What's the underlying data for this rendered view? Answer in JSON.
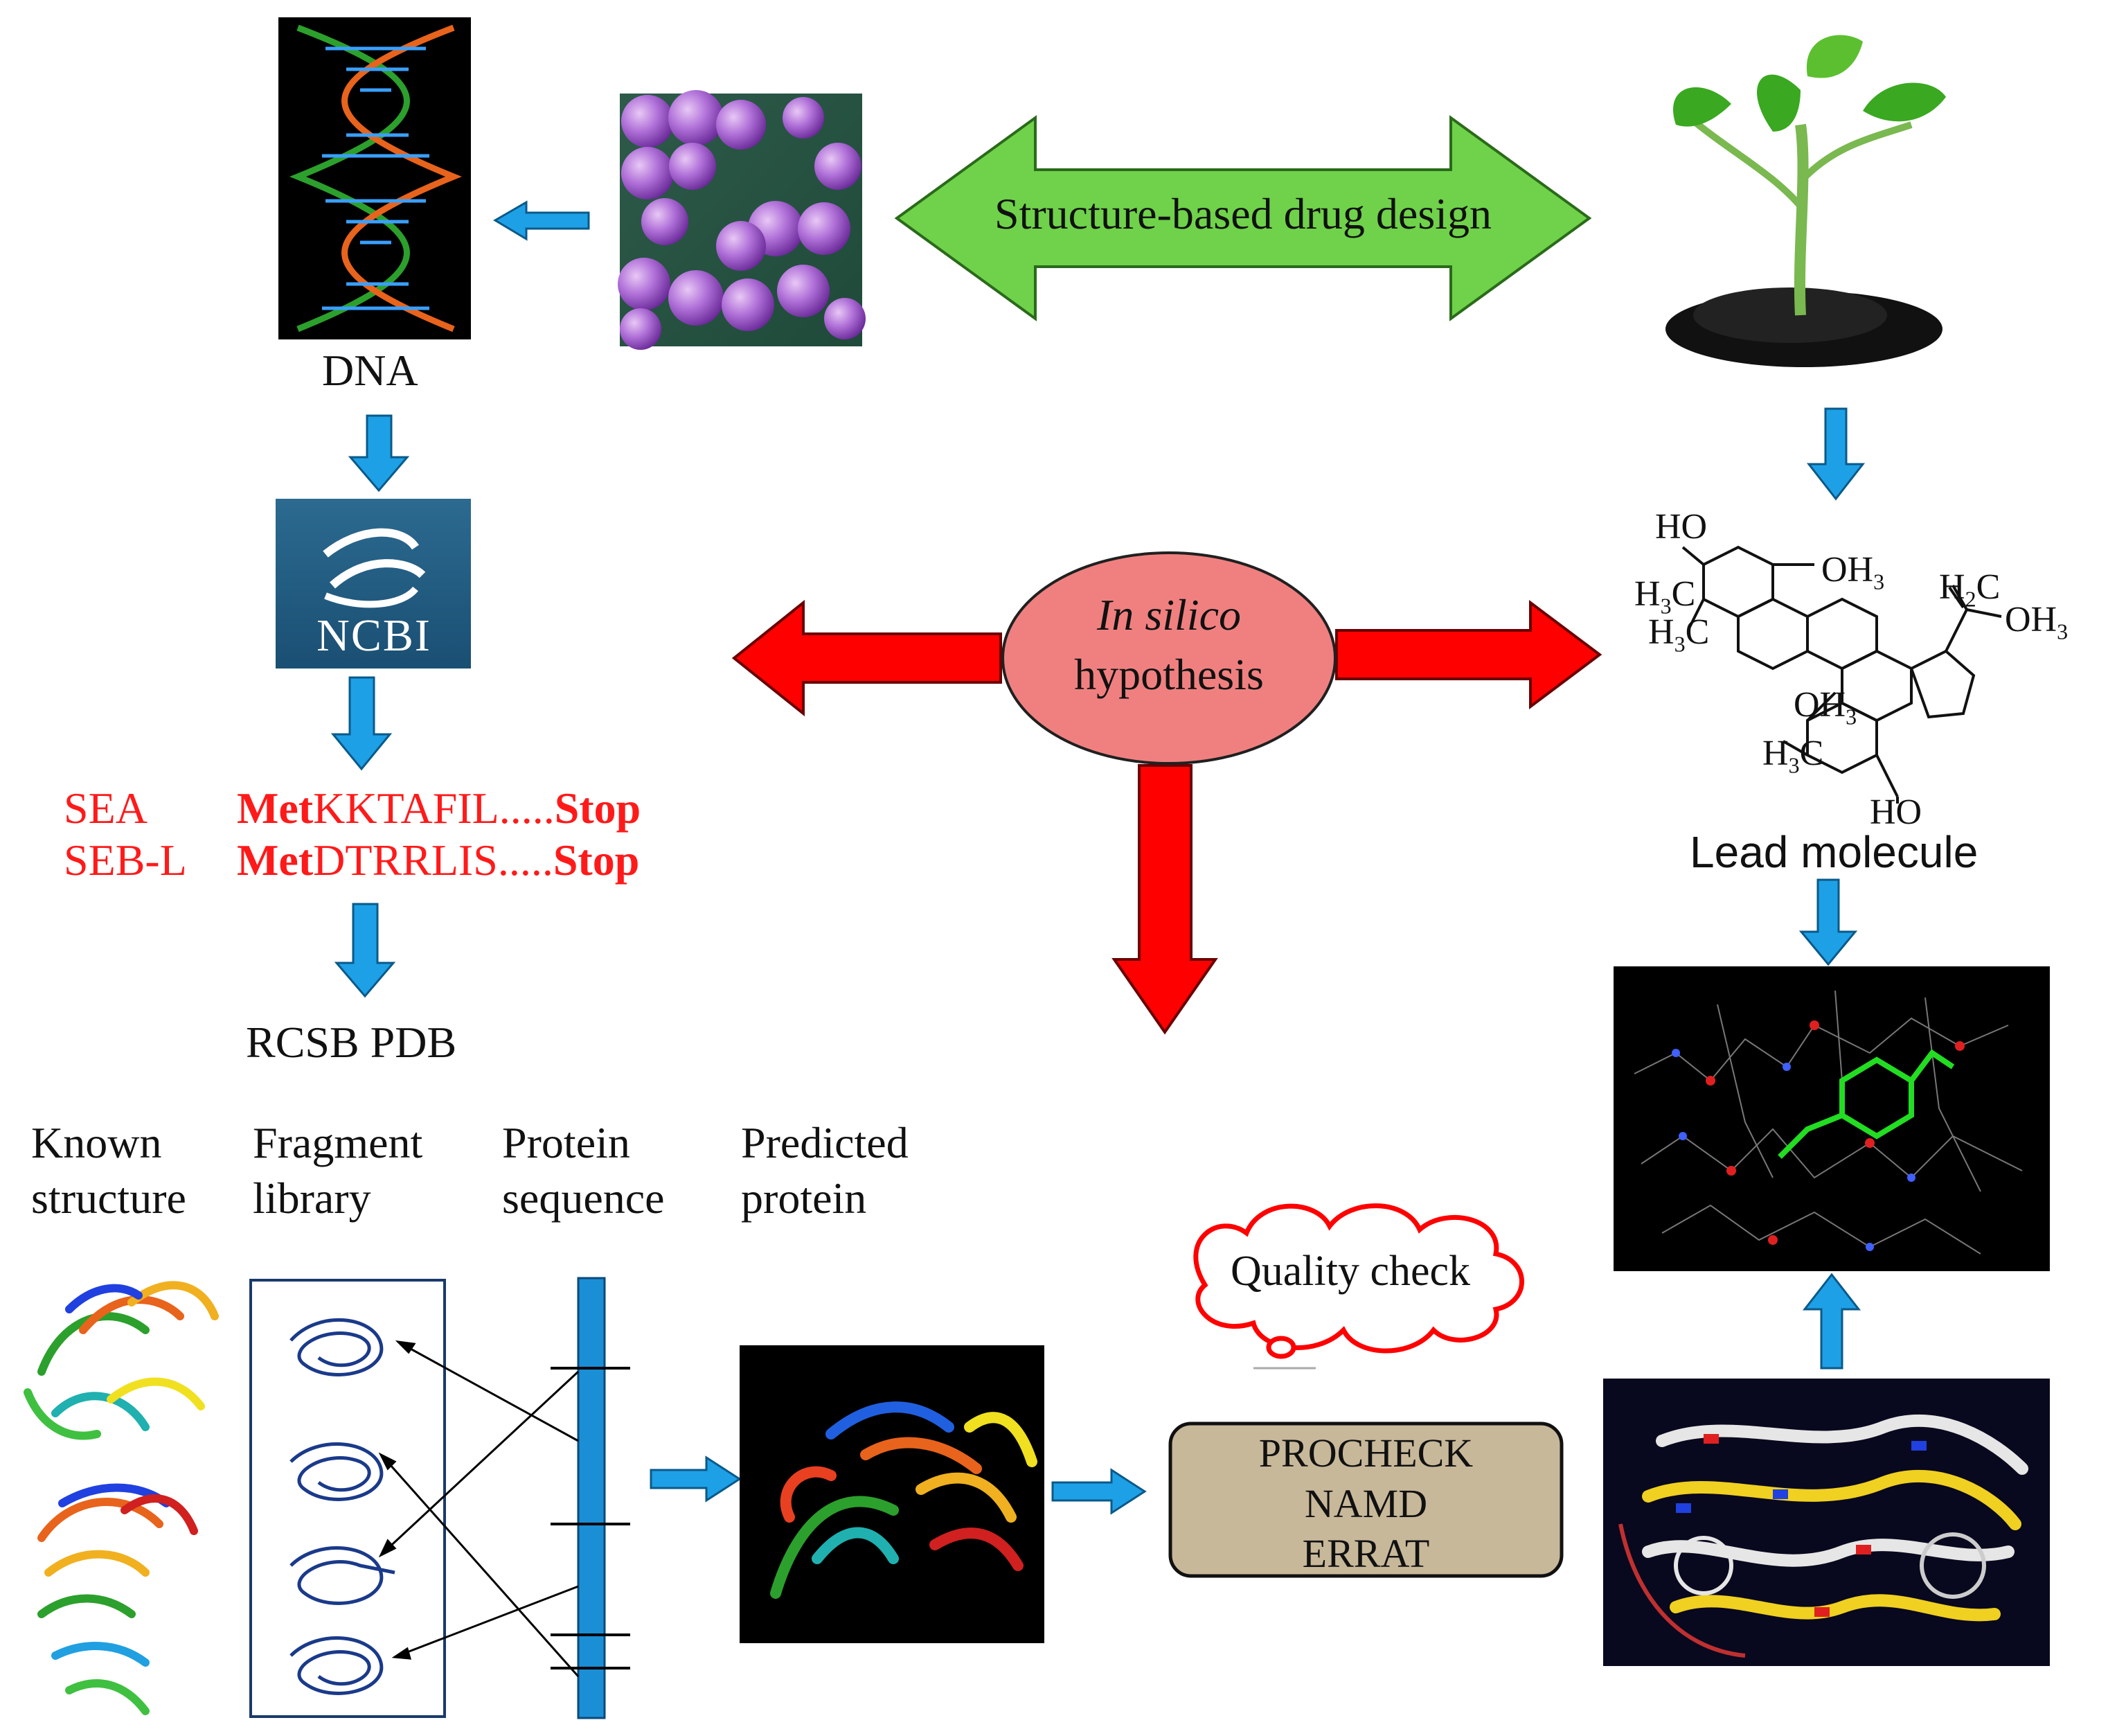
{
  "title_arrow": "Structure-based drug design",
  "dna_label": "DNA",
  "ncbi_label": "NCBI",
  "sequences": [
    {
      "name": "SEA",
      "met": "Met",
      "seq": "KKTAFIL.....",
      "stop": "Stop"
    },
    {
      "name": "SEB-L",
      "met": "Met",
      "seq": "DTRRLIS.....",
      "stop": "Stop"
    }
  ],
  "rcsb_label": "RCSB PDB",
  "hypothesis": {
    "italic": "In silico",
    "rest": "hypothesis"
  },
  "lead_label": "Lead molecule",
  "chem_labels": {
    "ho_top": "HO",
    "oh3_a": "OH",
    "h3c_a": "H",
    "h3c_b": "H",
    "h2c": "H",
    "oh3_right": "OH",
    "oh3_mid": "OH",
    "h3c_c": "H",
    "ho_bottom": "HO"
  },
  "columns": [
    {
      "line1": "Known",
      "line2": "structure"
    },
    {
      "line1": "Fragment",
      "line2": "library"
    },
    {
      "line1": "Protein",
      "line2": "sequence"
    },
    {
      "line1": "Predicted",
      "line2": "protein"
    }
  ],
  "quality_check": "Quality check",
  "tools": [
    "PROCHECK",
    "NAMD",
    "ERRAT"
  ],
  "colors": {
    "blue_arrow": "#1ea0e6",
    "red_arrow": "#ff0000",
    "green_arrow": "#6fd24a",
    "ellipse": "#f08080",
    "tool_box": "#c8b89a",
    "seq_red": "#ff1a1a"
  }
}
